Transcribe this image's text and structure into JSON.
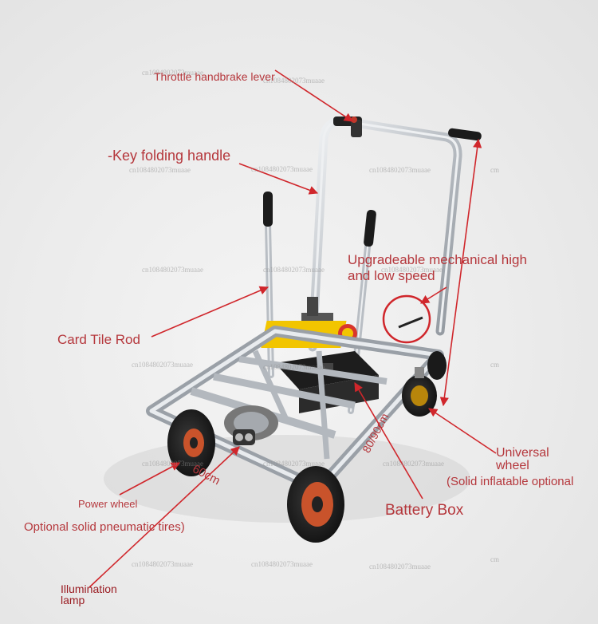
{
  "labels": {
    "throttle": "Throttle handbrake lever",
    "folding": "-Key folding handle",
    "upgrade_line1": "Upgradeable mechanical high",
    "upgrade_line2": "and low speed",
    "card_tile": "Card Tile Rod",
    "universal_line1": "Universal",
    "universal_line2": "wheel",
    "universal_line3": "(Solid inflatable optional",
    "battery": "Battery Box",
    "power_wheel": "Power wheel",
    "optional_tires": "Optional solid pneumatic tires)",
    "lamp_line1": "Illumination",
    "lamp_line2": "lamp",
    "dim_width": "60cm",
    "dim_length": "80/90cm"
  },
  "watermark_text": "cn1084802073muaae",
  "watermark_short": "cm",
  "colors": {
    "label": "#b5373c",
    "arrow": "#d0262b",
    "frame": "#c9cdd2",
    "tire": "#1e1e1e",
    "hub": "#c9532b",
    "caster_hub": "#b8860b"
  }
}
